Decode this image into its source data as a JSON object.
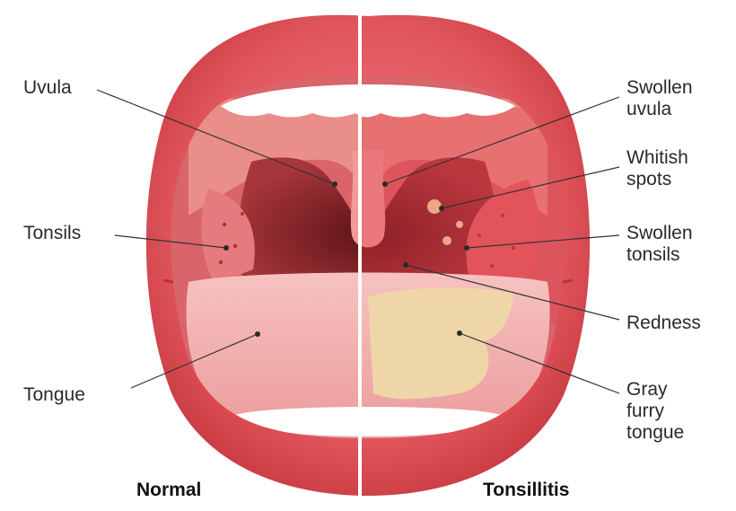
{
  "left_labels": {
    "uvula": "Uvula",
    "tonsils": "Tonsils",
    "tongue": "Tongue"
  },
  "right_labels": {
    "swollen_uvula": "Swollen\nuvula",
    "whitish_spots": "Whitish\nspots",
    "swollen_tonsils": "Swollen\ntonsils",
    "redness": "Redness",
    "gray_furry_tongue": "Gray\nfurry\ntongue"
  },
  "captions": {
    "left": "Normal",
    "right": "Tonsillitis"
  },
  "colors": {
    "lips": "#e2575e",
    "lips_dark": "#c7383f",
    "throat": "#8e2a2e",
    "palate": "#e88a86",
    "tongue": "#f2aeae",
    "teeth": "#ffffff",
    "coating": "#efd6a8",
    "divider": "#ffffff"
  }
}
